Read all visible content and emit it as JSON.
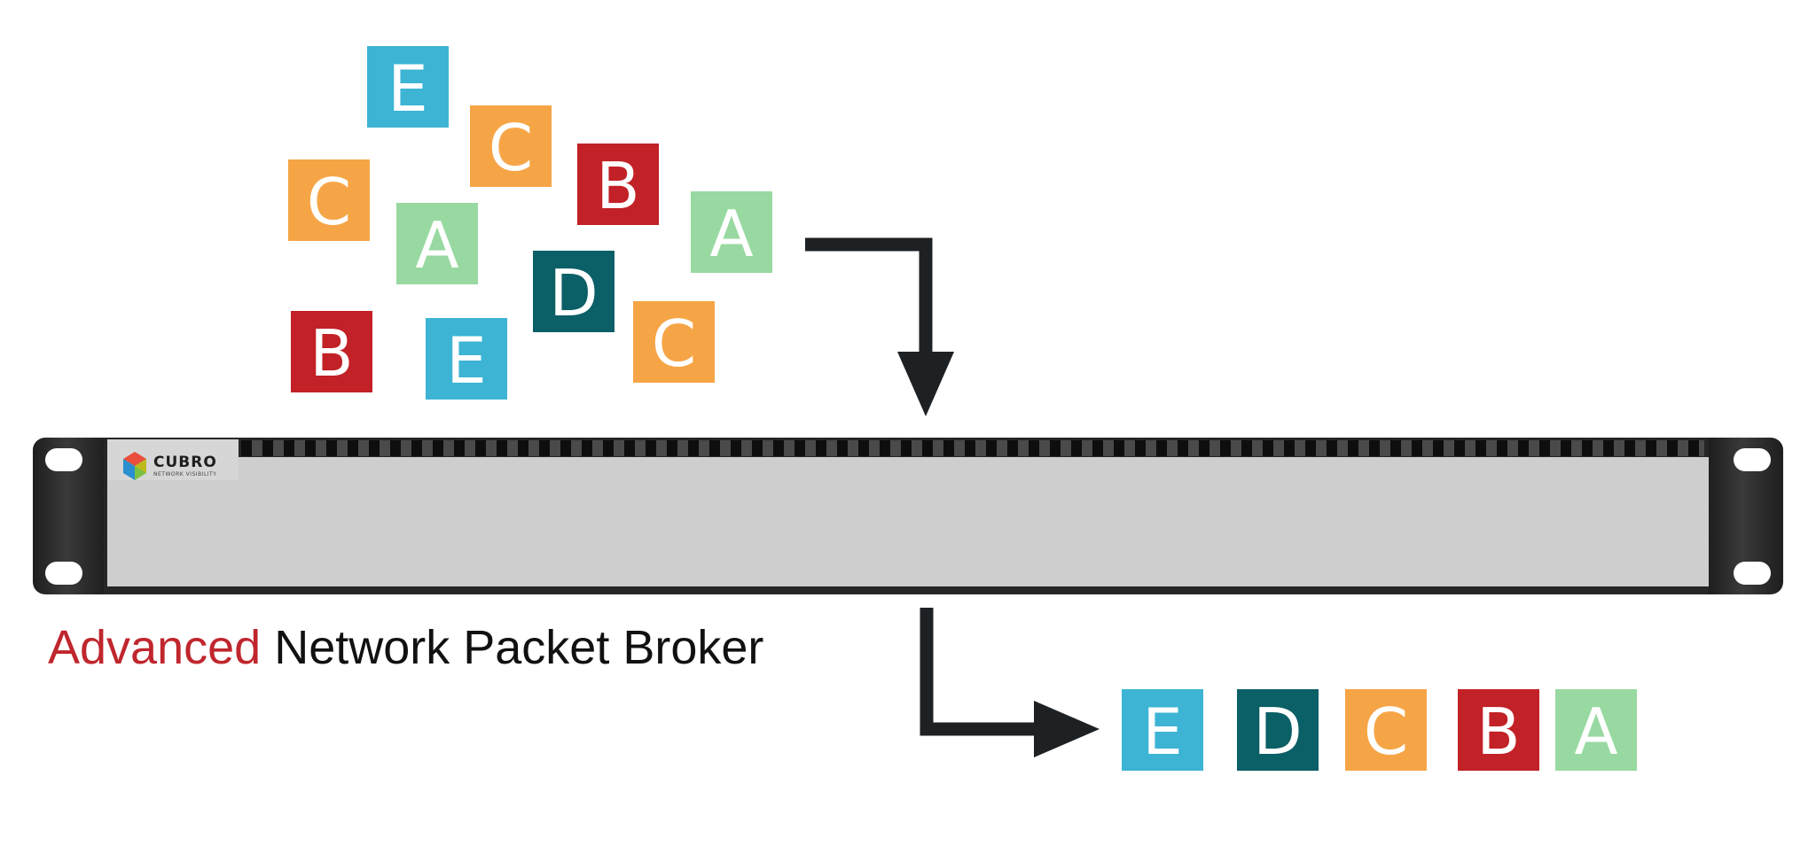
{
  "colors": {
    "A": "#98d9a1",
    "B": "#c12127",
    "C": "#f6a546",
    "D": "#0b5f66",
    "E": "#3db4d4",
    "heading_accent": "#c0262d",
    "arrow": "#1e2124"
  },
  "device": {
    "brand_name": "CUBRO",
    "brand_tagline": "NETWORK VISIBILITY"
  },
  "heading": {
    "accent": "Advanced",
    "rest": "Network Packet Broker"
  },
  "input_packets": [
    {
      "label": "E",
      "color_key": "E"
    },
    {
      "label": "C",
      "color_key": "C"
    },
    {
      "label": "B",
      "color_key": "B"
    },
    {
      "label": "C",
      "color_key": "C"
    },
    {
      "label": "A",
      "color_key": "A"
    },
    {
      "label": "A",
      "color_key": "A"
    },
    {
      "label": "D",
      "color_key": "D"
    },
    {
      "label": "B",
      "color_key": "B"
    },
    {
      "label": "E",
      "color_key": "E"
    },
    {
      "label": "C",
      "color_key": "C"
    }
  ],
  "output_packets": [
    {
      "label": "E",
      "color_key": "E"
    },
    {
      "label": "D",
      "color_key": "D"
    },
    {
      "label": "C",
      "color_key": "C"
    },
    {
      "label": "B",
      "color_key": "B"
    },
    {
      "label": "A",
      "color_key": "A"
    }
  ]
}
